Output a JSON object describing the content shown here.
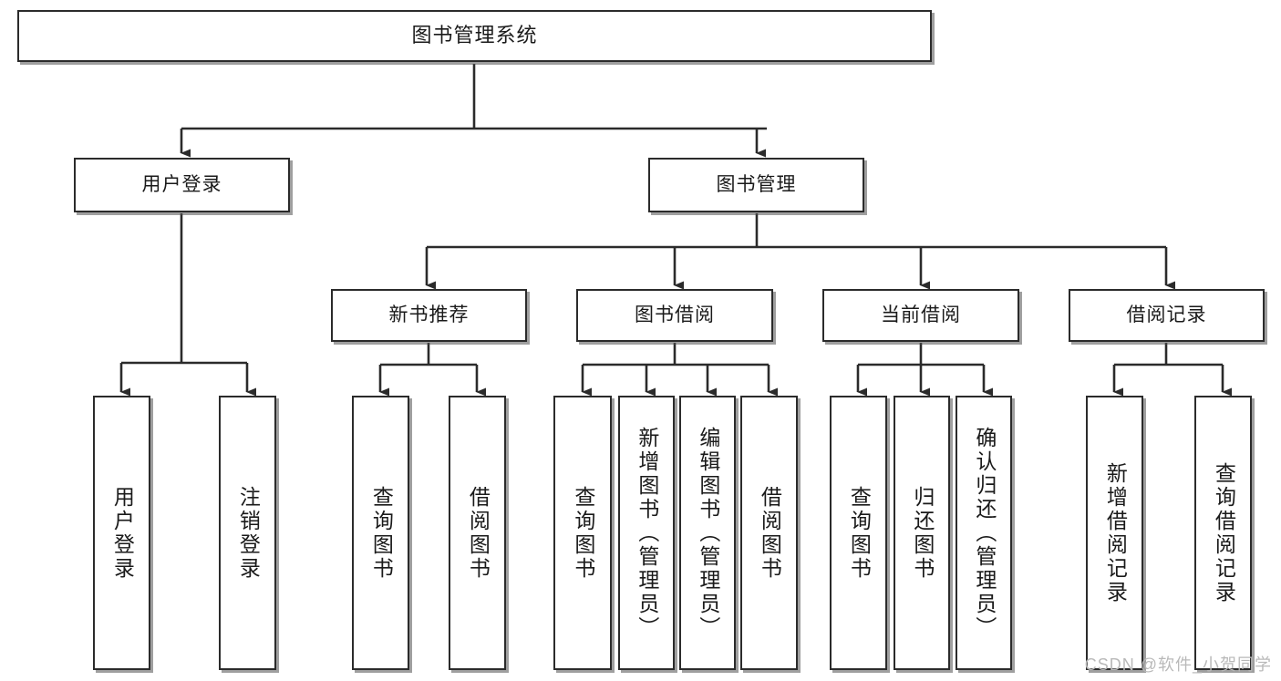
{
  "diagram": {
    "title": "图书管理系统",
    "type": "hierarchy-tree",
    "colors": {
      "box_border": "#2b2b2b",
      "box_fill": "#ffffff",
      "connector": "#2b2b2b",
      "text": "#1a1a1a",
      "watermark": "#b9b9b9",
      "background": "#ffffff"
    },
    "watermark": "CSDN @软件_小贺同学",
    "levels": {
      "root": [
        "图书管理系统"
      ],
      "level2": [
        "用户登录",
        "图书管理"
      ],
      "level3": [
        "新书推荐",
        "图书借阅",
        "当前借阅",
        "借阅记录"
      ],
      "leaves": [
        "用户登录",
        "注销登录",
        "查询图书",
        "借阅图书",
        "查询图书",
        "新增图书（管理员）",
        "编辑图书（管理员）",
        "借阅图书",
        "查询图书",
        "归还图书",
        "确认归还（管理员）",
        "新增借阅记录",
        "查询借阅记录"
      ]
    },
    "nodes": {
      "root": {
        "label": "图书管理系统"
      },
      "user_login": {
        "label": "用户登录"
      },
      "book_manage": {
        "label": "图书管理"
      },
      "new_book_rec": {
        "label": "新书推荐"
      },
      "book_borrow": {
        "label": "图书借阅"
      },
      "current_borrow": {
        "label": "当前借阅"
      },
      "borrow_record": {
        "label": "借阅记录"
      },
      "leaf_user_login": {
        "label": "用户登录"
      },
      "leaf_logout": {
        "label": "注销登录"
      },
      "leaf_query_book_1": {
        "label": "查询图书"
      },
      "leaf_borrow_book_1": {
        "label": "借阅图书"
      },
      "leaf_query_book_2": {
        "label": "查询图书"
      },
      "leaf_add_book_admin": {
        "label": "新增图书（管理员）"
      },
      "leaf_edit_book_admin": {
        "label": "编辑图书（管理员）"
      },
      "leaf_borrow_book_2": {
        "label": "借阅图书"
      },
      "leaf_query_book_3": {
        "label": "查询图书"
      },
      "leaf_return_book": {
        "label": "归还图书"
      },
      "leaf_confirm_return_admin": {
        "label": "确认归还（管理员）"
      },
      "leaf_add_record": {
        "label": "新增借阅记录"
      },
      "leaf_query_record": {
        "label": "查询借阅记录"
      }
    },
    "edges": [
      {
        "from": "root",
        "to": "user_login"
      },
      {
        "from": "root",
        "to": "book_manage"
      },
      {
        "from": "user_login",
        "to": "leaf_user_login"
      },
      {
        "from": "user_login",
        "to": "leaf_logout"
      },
      {
        "from": "book_manage",
        "to": "new_book_rec"
      },
      {
        "from": "book_manage",
        "to": "book_borrow"
      },
      {
        "from": "book_manage",
        "to": "current_borrow"
      },
      {
        "from": "book_manage",
        "to": "borrow_record"
      },
      {
        "from": "new_book_rec",
        "to": "leaf_query_book_1"
      },
      {
        "from": "new_book_rec",
        "to": "leaf_borrow_book_1"
      },
      {
        "from": "book_borrow",
        "to": "leaf_query_book_2"
      },
      {
        "from": "book_borrow",
        "to": "leaf_add_book_admin"
      },
      {
        "from": "book_borrow",
        "to": "leaf_edit_book_admin"
      },
      {
        "from": "book_borrow",
        "to": "leaf_borrow_book_2"
      },
      {
        "from": "current_borrow",
        "to": "leaf_query_book_3"
      },
      {
        "from": "current_borrow",
        "to": "leaf_return_book"
      },
      {
        "from": "current_borrow",
        "to": "leaf_confirm_return_admin"
      },
      {
        "from": "borrow_record",
        "to": "leaf_add_record"
      },
      {
        "from": "borrow_record",
        "to": "leaf_query_record"
      }
    ]
  }
}
